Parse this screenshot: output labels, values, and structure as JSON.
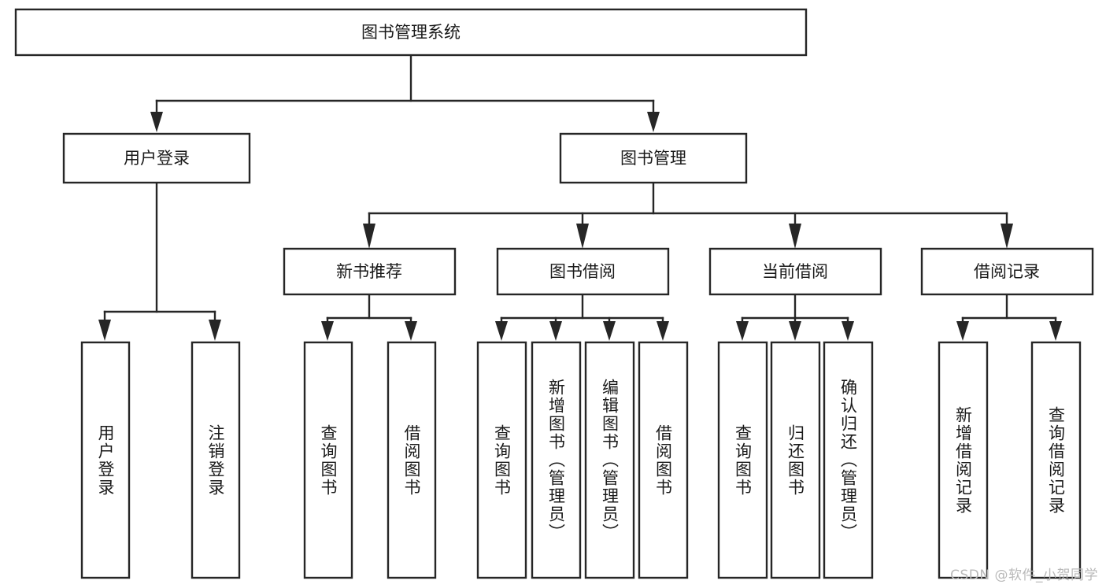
{
  "diagram": {
    "title": "图书管理系统",
    "type": "hierarchy-tree",
    "watermark": "CSDN @软件_小贺同学",
    "colors": {
      "stroke": "#262626",
      "fill": "#ffffff",
      "text": "#1a1a1a",
      "watermark": "#b9b9b9"
    },
    "levels": [
      {
        "level": 1,
        "nodes": [
          {
            "id": "root",
            "label": "图书管理系统",
            "orientation": "horizontal"
          }
        ]
      },
      {
        "level": 2,
        "nodes": [
          {
            "id": "user-login",
            "label": "用户登录",
            "orientation": "horizontal",
            "parent": "root"
          },
          {
            "id": "book-manage",
            "label": "图书管理",
            "orientation": "horizontal",
            "parent": "root"
          }
        ]
      },
      {
        "level": 3,
        "nodes": [
          {
            "id": "new-book-rec",
            "label": "新书推荐",
            "orientation": "horizontal",
            "parent": "book-manage"
          },
          {
            "id": "book-borrow",
            "label": "图书借阅",
            "orientation": "horizontal",
            "parent": "book-manage"
          },
          {
            "id": "current-borrow",
            "label": "当前借阅",
            "orientation": "horizontal",
            "parent": "book-manage"
          },
          {
            "id": "borrow-record",
            "label": "借阅记录",
            "orientation": "horizontal",
            "parent": "book-manage"
          }
        ]
      },
      {
        "level": 4,
        "nodes": [
          {
            "id": "leaf-1",
            "label": "用户登录",
            "orientation": "vertical",
            "parent": "user-login"
          },
          {
            "id": "leaf-2",
            "label": "注销登录",
            "orientation": "vertical",
            "parent": "user-login"
          },
          {
            "id": "leaf-3",
            "label": "查询图书",
            "orientation": "vertical",
            "parent": "new-book-rec"
          },
          {
            "id": "leaf-4",
            "label": "借阅图书",
            "orientation": "vertical",
            "parent": "new-book-rec"
          },
          {
            "id": "leaf-5",
            "label": "查询图书",
            "orientation": "vertical",
            "parent": "book-borrow"
          },
          {
            "id": "leaf-6",
            "label": "新增图书（管理员）",
            "orientation": "vertical",
            "parent": "book-borrow"
          },
          {
            "id": "leaf-7",
            "label": "编辑图书（管理员）",
            "orientation": "vertical",
            "parent": "book-borrow"
          },
          {
            "id": "leaf-8",
            "label": "借阅图书",
            "orientation": "vertical",
            "parent": "book-borrow"
          },
          {
            "id": "leaf-9",
            "label": "查询图书",
            "orientation": "vertical",
            "parent": "current-borrow"
          },
          {
            "id": "leaf-10",
            "label": "归还图书",
            "orientation": "vertical",
            "parent": "current-borrow"
          },
          {
            "id": "leaf-11",
            "label": "确认归还（管理员）",
            "orientation": "vertical",
            "parent": "current-borrow"
          },
          {
            "id": "leaf-12",
            "label": "新增借阅记录",
            "orientation": "vertical",
            "parent": "borrow-record"
          },
          {
            "id": "leaf-13",
            "label": "查询借阅记录",
            "orientation": "vertical",
            "parent": "borrow-record"
          }
        ]
      }
    ]
  }
}
